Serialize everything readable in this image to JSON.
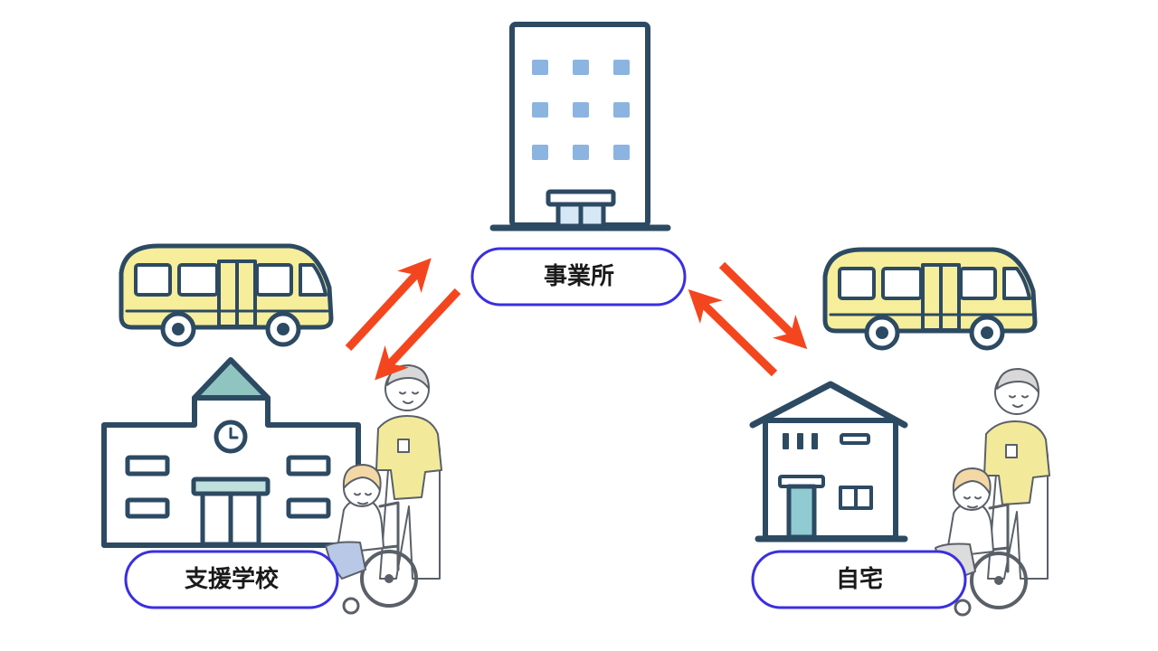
{
  "diagram": {
    "nodes": {
      "office": {
        "label": "事業所"
      },
      "school": {
        "label": "支援学校"
      },
      "home": {
        "label": "自宅"
      }
    },
    "edges": [
      {
        "from": "school",
        "to": "office",
        "direction": "both"
      },
      {
        "from": "office",
        "to": "home",
        "direction": "both"
      }
    ],
    "colors": {
      "label_border": "#3a2fe0",
      "arrow": "#f4461e",
      "line": "#2d4a63",
      "window_blue": "#8cb4e0",
      "bus_yellow": "#f6ee9a",
      "roof_teal": "#8fc4c0",
      "door_teal": "#8fcbd1",
      "shirt_yellow": "#f2ea9a",
      "hair": "#f3d8a6",
      "skin": "#ffffff"
    },
    "icons": [
      "office-building-icon",
      "school-building-icon",
      "house-icon",
      "bus-icon",
      "caregiver-wheelchair-icon"
    ]
  }
}
